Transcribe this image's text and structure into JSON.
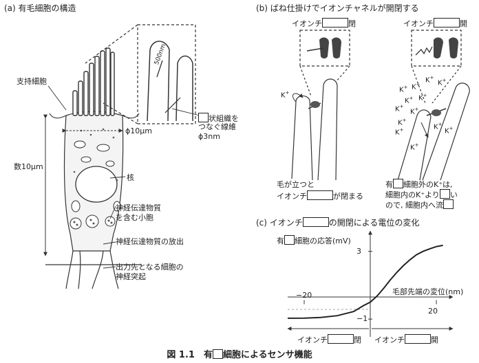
{
  "panel_a": {
    "title": "(a) 有毛細胞の構造",
    "labels": {
      "support_cell": "支持細胞",
      "width": "ϕ10μm",
      "height": "数10μm",
      "nucleus": "核",
      "vesicle_1": "神経伝達物質",
      "vesicle_2": "を含む小胞",
      "release": "神経伝達物質の放出",
      "target_1": "出力先となる細胞の",
      "target_2": "神経突起",
      "zoom_scale": "500nm",
      "fiber_1": "状組織を",
      "fiber_2": "つなぐ線維",
      "fiber_3": "ϕ3nm"
    }
  },
  "panel_b": {
    "title": "(b) ばね仕掛けでイオンチャネルが開閉する",
    "left_top_prefix": "イオンチ",
    "left_top_suffix": "閉",
    "right_top_prefix": "イオンチ",
    "right_top_suffix": "開",
    "k_ion": "K",
    "k_sup": "+",
    "left_caption_1": "毛が立つと",
    "left_caption_2_prefix": "イオンチ",
    "left_caption_2_suffix": "が閉まる",
    "right_caption_1_prefix": "有",
    "right_caption_1_suffix": "細胞外のK⁺は,",
    "right_caption_2_prefix": "細胞内のK⁺より",
    "right_caption_2_suffix": "い",
    "right_caption_3": "ので, 細胞内へ流"
  },
  "panel_c": {
    "title_prefix": "(c) イオンチ",
    "title_suffix": "の開閉による電位の変化",
    "ylabel_prefix": "有",
    "ylabel_suffix": "細胞の応答(mV)",
    "xlabel": "毛部先端の変位(nm)",
    "left_state_prefix": "イオンチ",
    "left_state_suffix": "閉",
    "right_state_prefix": "イオンチ",
    "right_state_suffix": "開"
  },
  "caption": {
    "prefix": "図 1.1　有",
    "suffix": "細胞によるセンサ機能"
  },
  "chart_data": {
    "type": "line",
    "x_ticks": [
      -20,
      20
    ],
    "x_tick_labels": [
      "−20",
      "20"
    ],
    "y_ticks": [
      3,
      -1
    ],
    "y_tick_labels": [
      "3",
      "−1"
    ],
    "xlim": [
      -25,
      25
    ],
    "ylim": [
      -1.4,
      4.2
    ],
    "grid": false,
    "series": [
      {
        "x": [
          -25,
          -20,
          -15,
          -10,
          -5,
          -2,
          0,
          2,
          4,
          6,
          8,
          10,
          12,
          14,
          16,
          18,
          20,
          22
        ],
        "y": [
          -0.95,
          -0.94,
          -0.9,
          -0.8,
          -0.55,
          -0.2,
          0.0,
          0.35,
          0.8,
          1.3,
          1.75,
          2.15,
          2.5,
          2.8,
          3.0,
          3.15,
          3.28,
          3.35
        ]
      }
    ]
  }
}
